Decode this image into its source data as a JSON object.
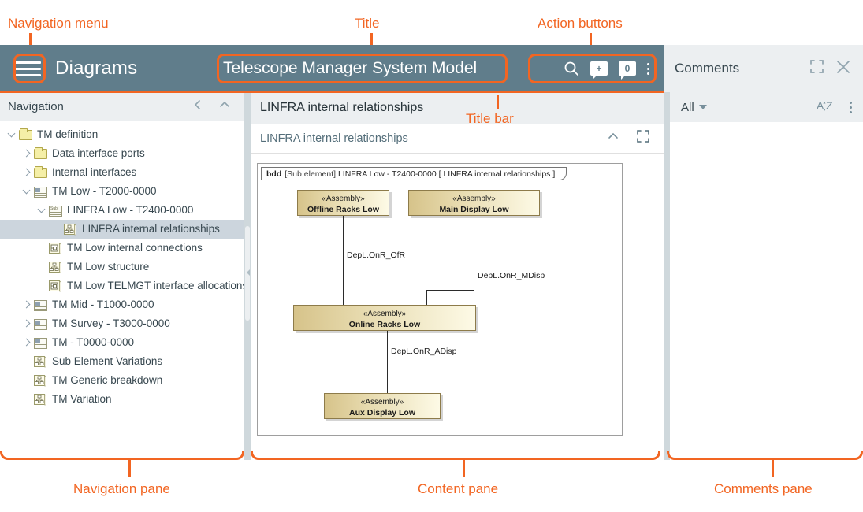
{
  "annotations": {
    "nav_menu": "Navigation menu",
    "title": "Title",
    "action_buttons": "Action buttons",
    "title_bar": "Title bar",
    "nav_pane": "Navigation pane",
    "content_pane": "Content pane",
    "comments_pane": "Comments pane",
    "accent_color": "#f26522"
  },
  "header": {
    "app_title": "Diagrams",
    "document_title": "Telescope Manager System Model",
    "menu_icon": "hamburger-icon",
    "background_color": "#607d8b",
    "actions": [
      {
        "name": "search-icon",
        "label": ""
      },
      {
        "name": "add-comment-icon",
        "label": "+"
      },
      {
        "name": "comment-count-icon",
        "label": "0"
      },
      {
        "name": "more-options-icon",
        "label": ""
      }
    ]
  },
  "navigation": {
    "header_title": "Navigation",
    "back_icon": "chevron-left-icon",
    "collapse_icon": "chevron-up-icon",
    "tree": [
      {
        "label": "TM definition",
        "indent": 0,
        "twist": "down",
        "icon": "folder-icon",
        "selected": false
      },
      {
        "label": "Data interface ports",
        "indent": 1,
        "twist": "right",
        "icon": "folder-icon",
        "selected": false
      },
      {
        "label": "Internal interfaces",
        "indent": 1,
        "twist": "right",
        "icon": "folder-icon",
        "selected": false
      },
      {
        "label": "TM Low - T2000-0000",
        "indent": 1,
        "twist": "down",
        "icon": "block-icon",
        "selected": false
      },
      {
        "label": "LINFRA Low - T2400-0000",
        "indent": 2,
        "twist": "down",
        "icon": "subelement-icon",
        "selected": false
      },
      {
        "label": "LINFRA internal relationships",
        "indent": 3,
        "twist": "none",
        "icon": "bdd-diagram-icon",
        "selected": true
      },
      {
        "label": "TM Low internal connections",
        "indent": 2,
        "twist": "none",
        "icon": "ibd-diagram-icon",
        "selected": false
      },
      {
        "label": "TM Low structure",
        "indent": 2,
        "twist": "none",
        "icon": "bdd-diagram-icon",
        "selected": false
      },
      {
        "label": "TM Low TELMGT interface allocations",
        "indent": 2,
        "twist": "none",
        "icon": "ibd-diagram-icon",
        "selected": false
      },
      {
        "label": "TM Mid - T1000-0000",
        "indent": 1,
        "twist": "right",
        "icon": "block-icon",
        "selected": false
      },
      {
        "label": "TM Survey - T3000-0000",
        "indent": 1,
        "twist": "right",
        "icon": "block-icon",
        "selected": false
      },
      {
        "label": "TM - T0000-0000",
        "indent": 1,
        "twist": "right",
        "icon": "block-icon",
        "selected": false
      },
      {
        "label": "Sub Element Variations",
        "indent": 1,
        "twist": "none",
        "icon": "bdd-diagram-icon",
        "selected": false
      },
      {
        "label": "TM Generic breakdown",
        "indent": 1,
        "twist": "none",
        "icon": "bdd-diagram-icon",
        "selected": false
      },
      {
        "label": "TM Variation",
        "indent": 1,
        "twist": "none",
        "icon": "bdd-diagram-icon",
        "selected": false
      }
    ]
  },
  "content": {
    "tab_label": "LINFRA internal relationships",
    "section_title": "LINFRA internal relationships",
    "collapse_icon": "chevron-up-icon",
    "fullscreen_icon": "expand-icon",
    "diagram": {
      "frame_kind": "bdd",
      "frame_scope": "[Sub element]",
      "frame_element": "LINFRA Low  - T2400-0000",
      "frame_name": "[ LINFRA internal relationships ]",
      "blocks": [
        {
          "id": "offline",
          "stereotype": "«Assembly»",
          "name": "Offline Racks Low"
        },
        {
          "id": "maindisp",
          "stereotype": "«Assembly»",
          "name": "Main Display Low"
        },
        {
          "id": "online",
          "stereotype": "«Assembly»",
          "name": "Online Racks Low"
        },
        {
          "id": "auxdisp",
          "stereotype": "«Assembly»",
          "name": "Aux Display Low"
        }
      ],
      "connections": [
        {
          "label": "DepL.OnR_OfR",
          "from": "offline",
          "to": "online"
        },
        {
          "label": "DepL.OnR_MDisp",
          "from": "maindisp",
          "to": "online"
        },
        {
          "label": "DepL.OnR_ADisp",
          "from": "online",
          "to": "auxdisp"
        }
      ]
    }
  },
  "comments": {
    "title": "Comments",
    "expand_icon": "expand-icon",
    "close_icon": "close-icon",
    "filter_label": "All",
    "sort_icon": "sort-az-icon",
    "more_icon": "more-options-icon"
  }
}
